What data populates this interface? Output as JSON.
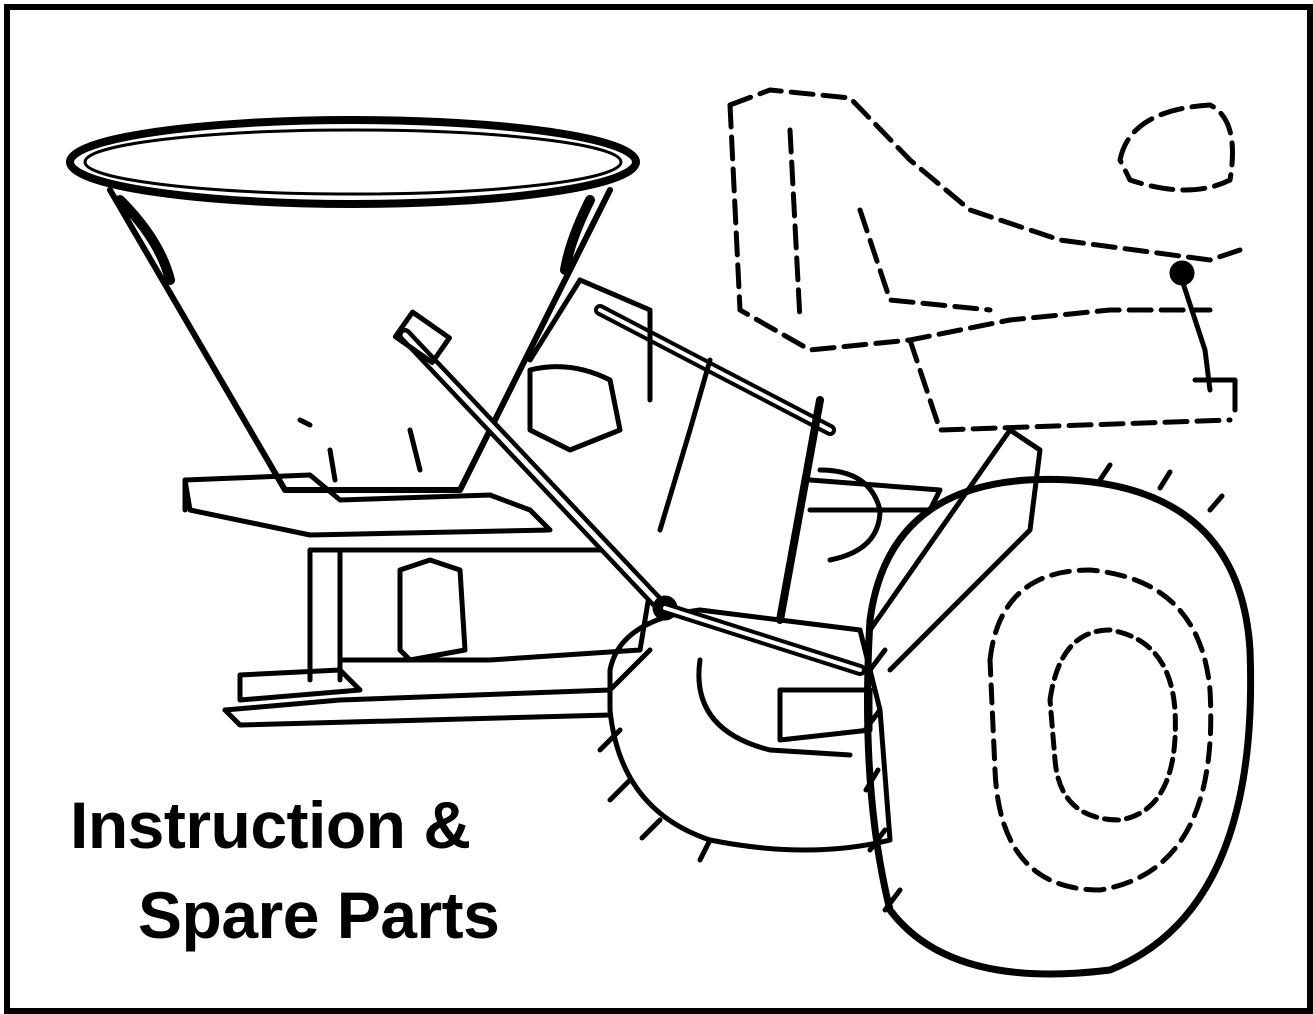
{
  "cover": {
    "title_line1": "Instruction &",
    "title_line2": "Spare Parts",
    "illustration": {
      "subject": "spreader-icon",
      "style": "black line drawing"
    },
    "colors": {
      "ink": "#000000",
      "paper": "#ffffff"
    }
  }
}
